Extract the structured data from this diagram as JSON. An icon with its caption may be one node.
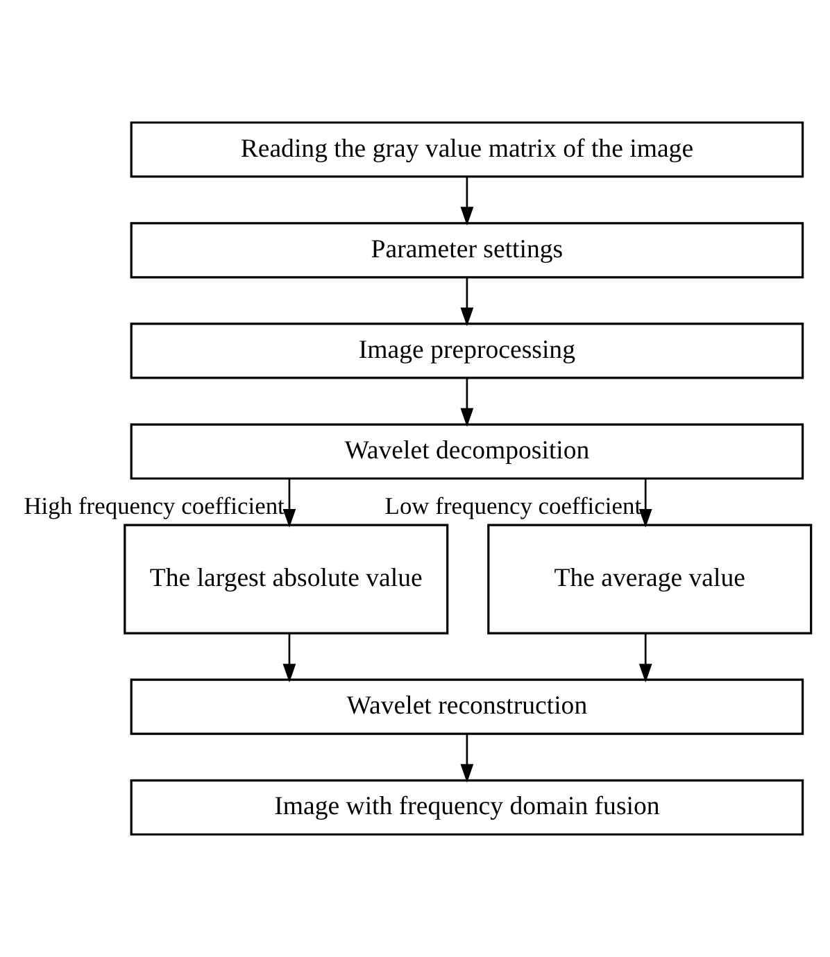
{
  "diagram": {
    "nodes": [
      {
        "text": [
          "Reading the gray value matrix of the image"
        ]
      },
      {
        "text": [
          "Parameter settings"
        ]
      },
      {
        "text": [
          "Image preprocessing"
        ]
      },
      {
        "text": [
          "Wavelet decomposition"
        ]
      },
      {
        "text": [
          "The largest absolute value"
        ]
      },
      {
        "text": [
          "The average value"
        ]
      },
      {
        "text": [
          "Wavelet reconstruction"
        ]
      },
      {
        "text": [
          "Image with frequency domain fusion"
        ]
      }
    ],
    "edges": [
      {
        "from": 0,
        "to": 1,
        "arrow": "to"
      },
      {
        "from": 1,
        "to": 2,
        "arrow": "to"
      },
      {
        "from": 2,
        "to": 3,
        "arrow": "to"
      },
      {
        "from": 3,
        "to": 4,
        "arrow": "to",
        "label": "High frequency coefficient"
      },
      {
        "from": 3,
        "to": 5,
        "arrow": "to",
        "label": "Low frequency coefficient"
      },
      {
        "from": 4,
        "to": 6,
        "arrow": "to"
      },
      {
        "from": 5,
        "to": 6,
        "arrow": "to"
      },
      {
        "from": 6,
        "to": 7,
        "arrow": "to"
      }
    ]
  }
}
